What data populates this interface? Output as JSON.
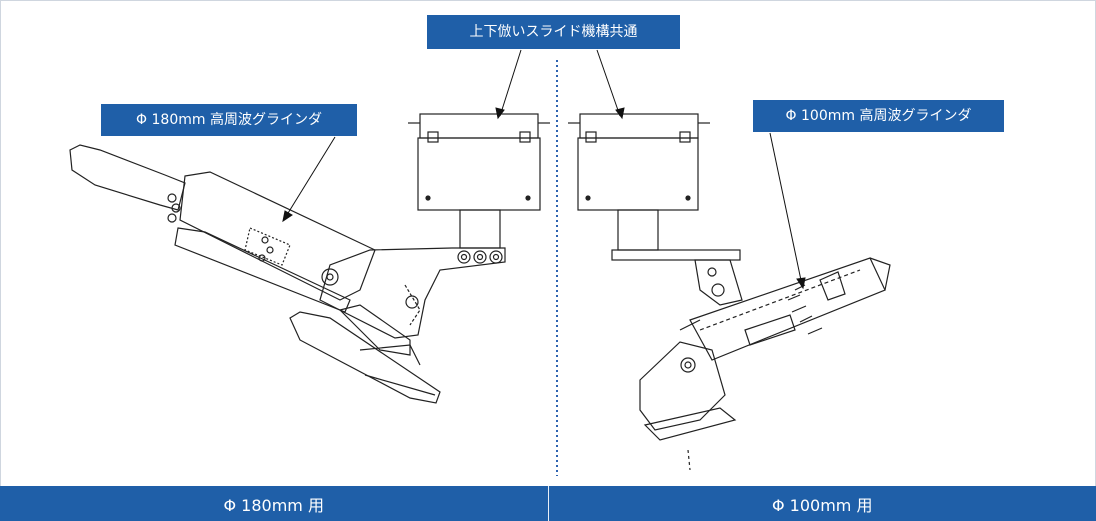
{
  "callouts": {
    "shared": "上下倣いスライド機構共通",
    "left_grinder": "Φ 180mm 高周波グラインダ",
    "right_grinder": "Φ 100mm 高周波グラインダ"
  },
  "footer": {
    "left_label": "Φ 180mm 用",
    "right_label": "Φ 100mm 用"
  },
  "colors": {
    "accent": "#1f5fa8",
    "divider": "#2e63b0",
    "line": "#222222"
  }
}
